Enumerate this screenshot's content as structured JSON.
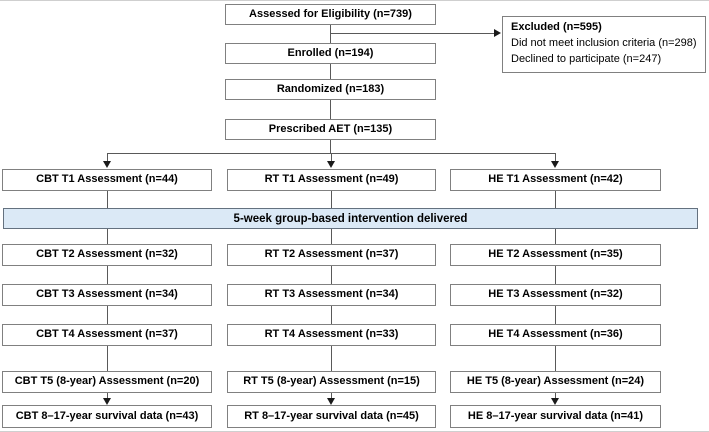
{
  "colors": {
    "box_background": "#ffffff",
    "box_border": "#808080",
    "intervention_fill": "#dbe9f6",
    "intervention_border": "#64717f",
    "connector": "#595959",
    "text": "#000000"
  },
  "top_flow": [
    {
      "label": "Assessed for Eligibility (n=739)"
    },
    {
      "label": "Enrolled (n=194)"
    },
    {
      "label": "Randomized (n=183)"
    },
    {
      "label": "Prescribed AET (n=135)"
    }
  ],
  "excluded": {
    "title": "Excluded (n=595)",
    "lines": [
      "Did not meet inclusion criteria (n=298)",
      "Declined to participate (n=247)"
    ]
  },
  "intervention": {
    "label": "5-week group-based intervention delivered"
  },
  "columns": [
    {
      "name": "CBT",
      "rows": [
        "CBT T1 Assessment (n=44)",
        "CBT T2 Assessment (n=32)",
        "CBT T3 Assessment (n=34)",
        "CBT T4 Assessment (n=37)",
        "CBT T5 (8-year) Assessment (n=20)",
        "CBT 8–17-year survival data (n=43)"
      ]
    },
    {
      "name": "RT",
      "rows": [
        "RT T1 Assessment (n=49)",
        "RT T2 Assessment (n=37)",
        "RT T3 Assessment (n=34)",
        "RT T4 Assessment (n=33)",
        "RT T5 (8-year) Assessment (n=15)",
        "RT 8–17-year survival data (n=45)"
      ]
    },
    {
      "name": "HE",
      "rows": [
        "HE T1 Assessment (n=42)",
        "HE T2 Assessment (n=35)",
        "HE T3 Assessment (n=32)",
        "HE T4 Assessment (n=36)",
        "HE T5 (8-year) Assessment (n=24)",
        "HE 8–17-year survival data (n=41)"
      ]
    }
  ]
}
